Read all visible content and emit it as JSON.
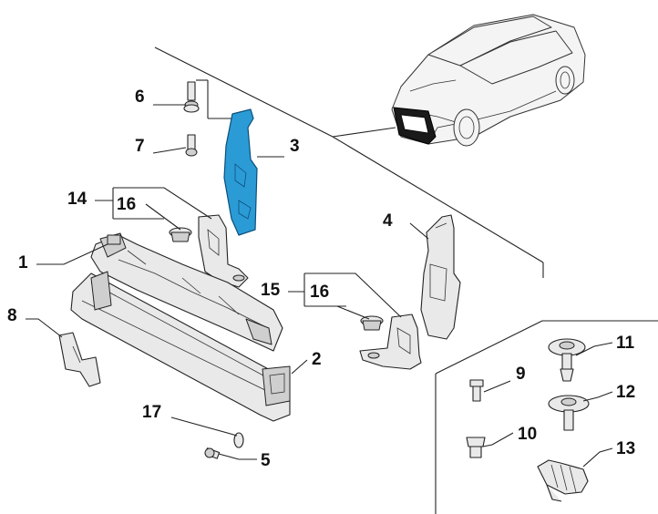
{
  "callouts": [
    {
      "id": "c1",
      "text": "1"
    },
    {
      "id": "c2",
      "text": "2"
    },
    {
      "id": "c3",
      "text": "3"
    },
    {
      "id": "c4",
      "text": "4"
    },
    {
      "id": "c5",
      "text": "5"
    },
    {
      "id": "c6",
      "text": "6"
    },
    {
      "id": "c7",
      "text": "7"
    },
    {
      "id": "c8",
      "text": "8"
    },
    {
      "id": "c9",
      "text": "9"
    },
    {
      "id": "c10",
      "text": "10"
    },
    {
      "id": "c11",
      "text": "11"
    },
    {
      "id": "c12",
      "text": "12"
    },
    {
      "id": "c13",
      "text": "13"
    },
    {
      "id": "c14",
      "text": "14"
    },
    {
      "id": "c15",
      "text": "15"
    },
    {
      "id": "c16a",
      "text": "16"
    },
    {
      "id": "c16b",
      "text": "16"
    },
    {
      "id": "c17",
      "text": "17"
    }
  ],
  "colors": {
    "highlight_part": "#2b9bd6",
    "line": "#222222",
    "background": "#ffffff"
  }
}
